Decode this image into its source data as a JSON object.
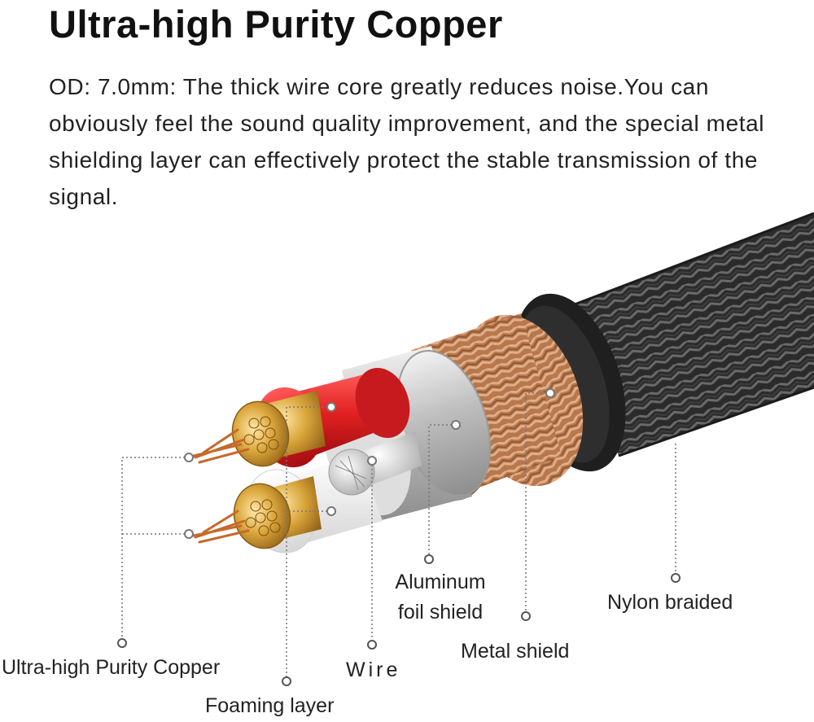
{
  "title": "Ultra-high Purity Copper",
  "description": "OD: 7.0mm: The thick wire core greatly reduces noise.You can obviously feel the sound quality improvement, and the special metal shielding layer can effectively protect the stable transmission of the signal.",
  "labels": {
    "copper": "Ultra-high Purity Copper",
    "foaming": "Foaming layer",
    "wire": "Wire",
    "aluminum_line1": "Aluminum",
    "aluminum_line2": "foil shield",
    "metal_shield": "Metal shield",
    "nylon": "Nylon braided"
  },
  "colors": {
    "copper": "#c8902f",
    "red_insulation": "#e0242a",
    "white_insulation": "#eeeeee",
    "foil": "#c9c9c9",
    "shield_braid": "#c8885c",
    "jacket": "#2a2a2a"
  }
}
